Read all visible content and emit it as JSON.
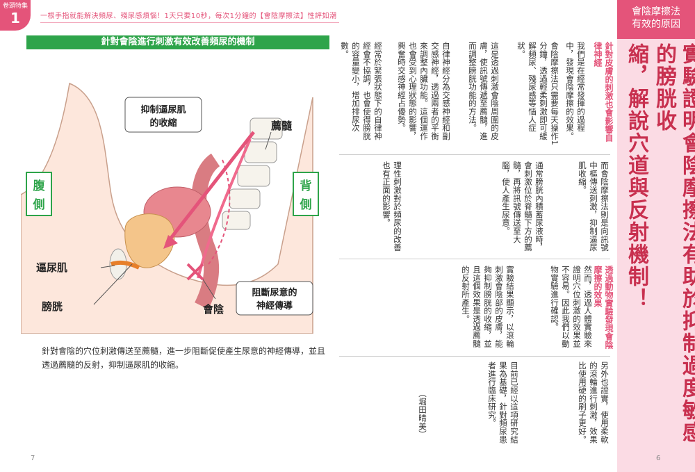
{
  "header": {
    "badge_line1": "卷頭特集",
    "badge_line2": "1",
    "caption": "一根手指就能解決頻尿、殘尿感煩惱！1天只要10秒，每次1分鐘的【會陰摩擦法】性評如潮"
  },
  "figure": {
    "banner": "針對會陰進行刺激有效改善頻尿的機制",
    "label_sacrum": "薦髓",
    "label_inhibit_line1": "抑制逼尿肌",
    "label_inhibit_line2": "的收縮",
    "label_front_1": "腹",
    "label_front_2": "側",
    "label_back_1": "背",
    "label_back_2": "側",
    "label_detrusor": "逼尿肌",
    "label_bladder": "膀胱",
    "label_block_line1": "阻斷尿意的",
    "label_block_line2": "神經傳導",
    "label_perineum": "會陰",
    "caption": "針對會陰的穴位刺激傳送至薦髓，進一步阻斷促使產生尿意的神經傳導，並且透過薦髓的反射，抑制逼尿肌的收縮。"
  },
  "sidebar": {
    "head_line1": "會陰摩擦法",
    "head_line2": "有效的原因",
    "title_col1": "實驗證明會陰摩擦法有助於抑制過度敏感的膀胱收",
    "title_col2": "縮，解說穴道與反射機制！"
  },
  "text": {
    "heading1": "針對皮膚的刺激也會影響自律神經",
    "col_a": "我們是在經常發揮的過程中，發現會陰摩擦的效果。",
    "col_b": "會陰摩擦法只需要每天操作1分鐘，透過輕柔刺激即可緩解頻尿、殘尿感等惱人症狀。",
    "col_c": "這是透過刺激會陰周圍的皮膚，使訊號傳遞至薦髓，進而調整膀胱功能的方法。",
    "col_d": "自律神經分為交感神經和副交感神經，透過兩者的平衡來調整內臟功能。這個運作也會受到心理狀態的影響，興奮時交感神經占優勢。",
    "col_e": "經常於緊張狀態下的自律神經會不協調，也會使得膀胱的容量變小，增加排尿次數。",
    "col_f": "通常膀胱內積蓄尿液時，會刺激位於脊髓下方的薦髓，再將訊號傳送至大腦，使人產生尿意。",
    "col_g": "而會陰摩擦法則是向訊號中樞傳送刺激，抑制逼尿肌收縮。",
    "col_h": "理性刺激對於頻尿的改善也有正面的影響。",
    "heading2": "透過動物實驗發現會陰摩擦的效果",
    "col_i": "然而，透過人體實驗來證明穴位刺激的效果並不容易。因此我們以動物實驗進行確認。",
    "col_j": "實驗結果顯示，以滾輪刺激會陰部的皮膚，能夠抑制膀胱的收縮，並且這個效果是透過薦髓的反射所產生。",
    "col_k": "另外也證實，使用柔軟的滾輪進行刺激，效果比使用硬的刷子更好。",
    "col_l": "目前已經以這項研究結果為基礎，針對頻尿患者進行臨床研究。",
    "signature": "（堀田晴美）"
  },
  "footer": {
    "page_left": "7",
    "page_right": "6"
  }
}
